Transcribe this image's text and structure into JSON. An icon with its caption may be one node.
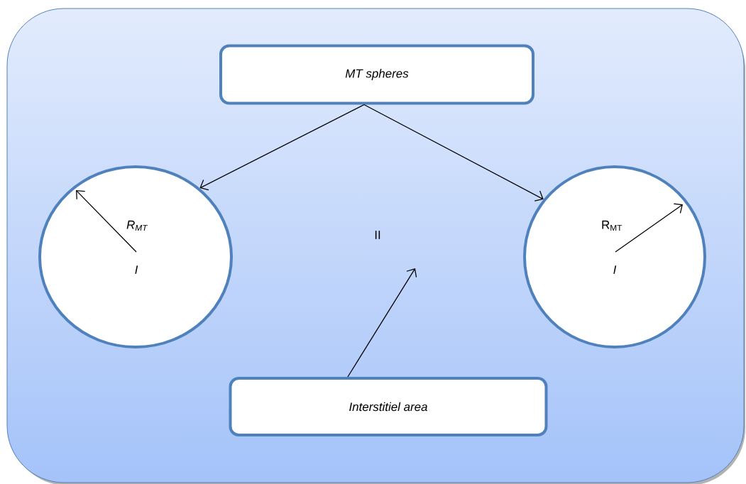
{
  "diagram": {
    "nodes": [
      {
        "text": [],
        "shape": "box"
      },
      {
        "text": [
          "MT spheres"
        ],
        "in": 0
      },
      {
        "text": [
          "R$_{MT}$",
          "I"
        ],
        "in": 0
      },
      {
        "text": [
          "R$_{MT}$",
          "I"
        ],
        "in": 0
      },
      {
        "text": [
          "Interstitiel area"
        ],
        "in": 0
      }
    ],
    "edges": [
      {
        "from": 1,
        "to": 2,
        "arrow": "to"
      },
      {
        "from": 1,
        "to": 3,
        "arrow": "to"
      },
      {
        "from": 4,
        "to": null,
        "arrow": "to"
      }
    ],
    "labels": [
      "II"
    ]
  }
}
